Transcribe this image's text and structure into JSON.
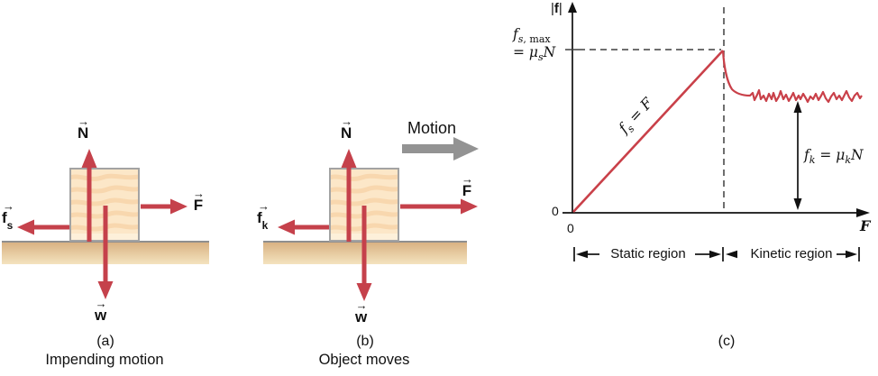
{
  "figure": {
    "panel_a": {
      "caption_letter": "(a)",
      "caption": "Impending motion",
      "forces": {
        "normal": "N",
        "weight": "w",
        "applied": "F",
        "friction_letter": "f",
        "friction_subscript": "s"
      }
    },
    "panel_b": {
      "caption_letter": "(b)",
      "caption": "Object moves",
      "motion_label": "Motion",
      "forces": {
        "normal": "N",
        "weight": "w",
        "applied": "F",
        "friction_letter": "f",
        "friction_subscript": "k"
      }
    },
    "panel_c": {
      "caption_letter": "(c)",
      "y_axis_bar": "|",
      "y_axis_f": "f",
      "x_axis_title": "F",
      "y_origin": "0",
      "x_origin": "0",
      "fs_max_label": {
        "f": "f",
        "sub_s": "s",
        "sub_rest": ", max",
        "eq": "= ",
        "mu": "μ",
        "mu_sub": "s",
        "n": "N"
      },
      "line_label": {
        "f": "f",
        "sub": "s",
        "eq": " = ",
        "rhs": "F"
      },
      "fk_label": {
        "f": "f",
        "sub": "k",
        "eq": " = ",
        "mu": "μ",
        "mu_sub": "k",
        "n": "N"
      },
      "static_region": "Static region",
      "kinetic_region": "Kinetic region"
    }
  },
  "vector_arrow_glyph": "→",
  "colors": {
    "arrow_red": "#c5414b",
    "curve_red": "#c94049",
    "motion_gray": "#939393",
    "block_fill": "#fce7c8",
    "block_streak": "#f8d7ae",
    "block_border": "#a3a3a3",
    "ground_top": "#d9b283",
    "ground_bottom": "#f4e3bf",
    "ground_line": "#8f8f8f",
    "dash_gray": "#3f3f3f",
    "axis_black": "#111111"
  },
  "chart_data": {
    "type": "line",
    "title": "",
    "xlabel": "F",
    "ylabel": "|f|",
    "axis_ranges": {
      "x": [
        0,
        2
      ],
      "y": [
        0,
        1.3
      ]
    },
    "grid": false,
    "legend": false,
    "regions": [
      {
        "label": "Static region",
        "x_range": [
          0,
          1
        ]
      },
      {
        "label": "Kinetic region",
        "x_range": [
          1,
          1.97
        ]
      }
    ],
    "series": [
      {
        "name": "static friction fs = F",
        "x": [
          0,
          1
        ],
        "y": [
          0,
          1
        ]
      },
      {
        "name": "kinetic friction fk = μkN",
        "x": [
          1,
          1.04,
          1.1,
          1.2,
          1.97
        ],
        "y": [
          1,
          0.82,
          0.75,
          0.71,
          0.71
        ],
        "note": "drops from fs,max then fluctuates randomly about fk ≈ 0.71·fs,max"
      }
    ],
    "annotations": [
      {
        "text": "fs, max = μsN",
        "y": 1,
        "position": "y-axis tick with dashed line to peak"
      },
      {
        "text": "fs = F",
        "position": "along rising line"
      },
      {
        "text": "fk = μkN",
        "y": 0.71,
        "position": "double-headed arrow from x-axis to kinetic curve"
      },
      {
        "text": "0",
        "position": "origin (both axes)"
      }
    ]
  }
}
